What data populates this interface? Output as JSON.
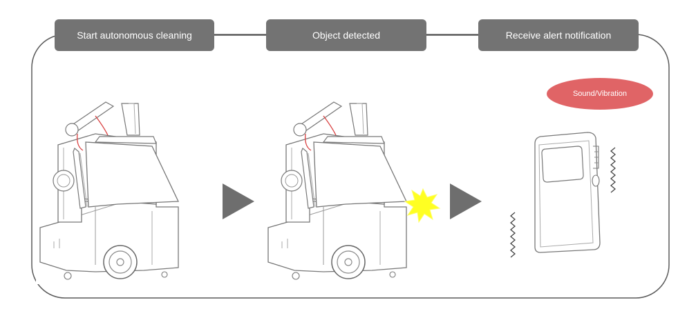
{
  "steps": [
    {
      "label": "Start autonomous cleaning"
    },
    {
      "label": "Object detected"
    },
    {
      "label": "Receive alert notification"
    }
  ],
  "alert": {
    "label": "Sound/Vibration",
    "color": "#e06466"
  },
  "colors": {
    "label_bg": "#737373",
    "frame": "#5a5a5a",
    "arrow": "#6e6e6e",
    "detection_flash": "#ffff22",
    "robot_accent": "#d94040",
    "line": "#777777"
  },
  "icons": [
    "robot-cleaner-icon",
    "play-arrow-icon",
    "detection-flash-icon",
    "handheld-device-icon",
    "vibration-wave-icon"
  ]
}
